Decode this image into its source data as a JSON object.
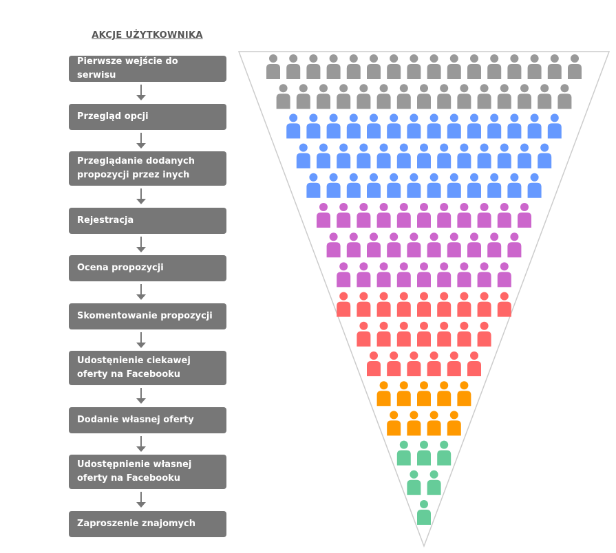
{
  "heading": "AKCJE UŻYTKOWNIKA",
  "steps": [
    "Pierwsze wejście do serwisu",
    "Przegląd opcji",
    "Przeglądanie dodanych propozycji przez inych",
    "Rejestracja",
    "Ocena propozycji",
    "Skomentowanie propozycji",
    "Udostęnienie ciekawej oferty na Facebooku",
    "Dodanie własnej oferty",
    "Udostępnienie własnej oferty na Facebooku",
    "Zaproszenie znajomych"
  ],
  "funnel": {
    "icon": "person-icon",
    "groups": [
      {
        "color": "#999999",
        "row_counts": [
          16,
          15
        ]
      },
      {
        "color": "#6699ff",
        "row_counts": [
          14,
          13,
          12
        ]
      },
      {
        "color": "#cc66cc",
        "row_counts": [
          11,
          10,
          9
        ]
      },
      {
        "color": "#ff6666",
        "row_counts": [
          9,
          7,
          6
        ]
      },
      {
        "color": "#ff9900",
        "row_counts": [
          5,
          4
        ]
      },
      {
        "color": "#66cc99",
        "row_counts": [
          3,
          2,
          1
        ]
      }
    ]
  }
}
